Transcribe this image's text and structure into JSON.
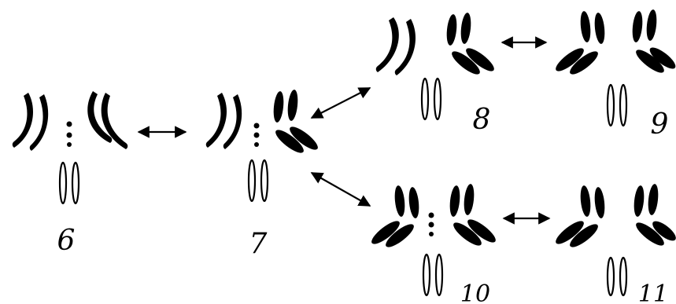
{
  "colors": {
    "ink": "#000000",
    "paper": "#ffffff"
  },
  "diagram": {
    "figures": [
      {
        "id": "6",
        "label": "6"
      },
      {
        "id": "7",
        "label": "7"
      },
      {
        "id": "8",
        "label": "8"
      },
      {
        "id": "9",
        "label": "9"
      },
      {
        "id": "10",
        "label": "10"
      },
      {
        "id": "11",
        "label": "11"
      }
    ],
    "connections": [
      {
        "from": "6",
        "to": "7",
        "type": "bidirectional"
      },
      {
        "from": "7",
        "to": "8",
        "type": "bidirectional"
      },
      {
        "from": "7",
        "to": "10",
        "type": "bidirectional"
      },
      {
        "from": "8",
        "to": "9",
        "type": "bidirectional"
      },
      {
        "from": "10",
        "to": "11",
        "type": "bidirectional"
      }
    ]
  }
}
